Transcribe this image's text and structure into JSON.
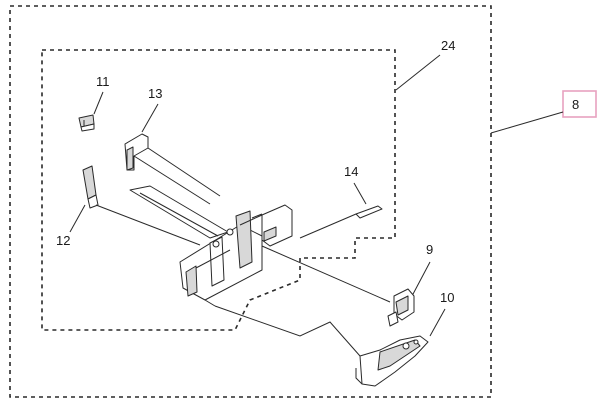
{
  "callouts": {
    "assembly_8": "8",
    "assembly_24": "24",
    "part_9": "9",
    "part_10": "10",
    "part_11": "11",
    "part_12": "12",
    "part_13": "13",
    "part_14": "14"
  },
  "colors": {
    "label_box_border": "#e8a2bf",
    "line": "#2a2a2a"
  }
}
